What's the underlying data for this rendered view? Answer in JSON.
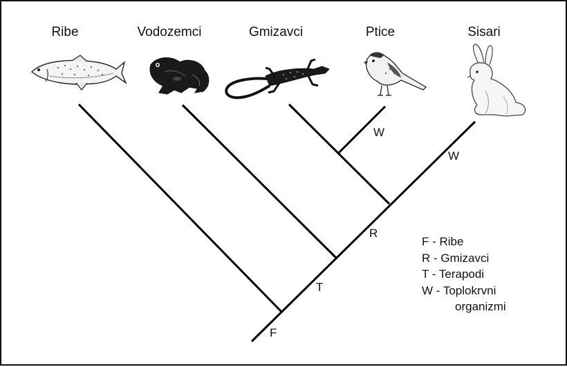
{
  "taxa": [
    {
      "key": "fish",
      "label": "Ribe",
      "icon": "fish-icon"
    },
    {
      "key": "amphibian",
      "label": "Vodozemci",
      "icon": "frog-icon"
    },
    {
      "key": "reptile",
      "label": "Gmizavci",
      "icon": "lizard-icon"
    },
    {
      "key": "bird",
      "label": "Ptice",
      "icon": "bird-icon"
    },
    {
      "key": "mammal",
      "label": "Sisari",
      "icon": "rabbit-icon"
    }
  ],
  "node_labels": {
    "F": "F",
    "T": "T",
    "R": "R",
    "W_bird": "W",
    "W_mammal": "W"
  },
  "legend": [
    {
      "text": "F - Ribe"
    },
    {
      "text": "R - Gmizavci"
    },
    {
      "text": "T - Terapodi"
    },
    {
      "text": "W - Toplokrvni",
      "continuation": "organizmi"
    }
  ],
  "colors": {
    "line": "#000000",
    "border": "#111111"
  }
}
